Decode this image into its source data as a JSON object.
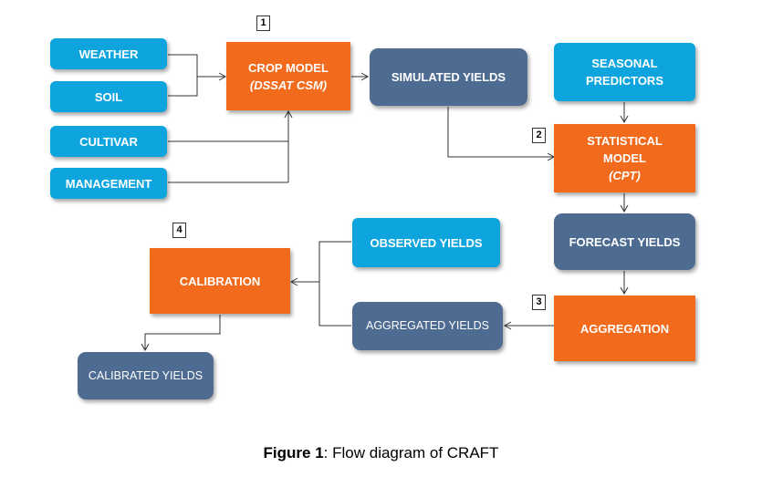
{
  "nodes": {
    "weather": "WEATHER",
    "soil": "SOIL",
    "cultivar": "CULTIVAR",
    "management": "MANAGEMENT",
    "crop_model": "CROP MODEL",
    "crop_model_sub": "(DSSAT CSM)",
    "simulated_yields": "SIMULATED YIELDS",
    "seasonal_predictors_1": "SEASONAL",
    "seasonal_predictors_2": "PREDICTORS",
    "statistical_model_1": "STATISTICAL",
    "statistical_model_2": "MODEL",
    "statistical_model_sub": "(CPT)",
    "forecast_yields": "FORECAST YIELDS",
    "aggregation": "AGGREGATION",
    "aggregated_yields": "AGGREGATED YIELDS",
    "observed_yields": "OBSERVED YIELDS",
    "calibration": "CALIBRATION",
    "calibrated_yields": "CALIBRATED YIELDS"
  },
  "step_numbers": [
    "1",
    "2",
    "3",
    "4"
  ],
  "caption": {
    "label": "Figure 1",
    "text": ": Flow diagram of CRAFT"
  },
  "colors": {
    "input_blue": "#0ea5de",
    "output_slate": "#4e6b91",
    "process_orange": "#f26a1b"
  }
}
